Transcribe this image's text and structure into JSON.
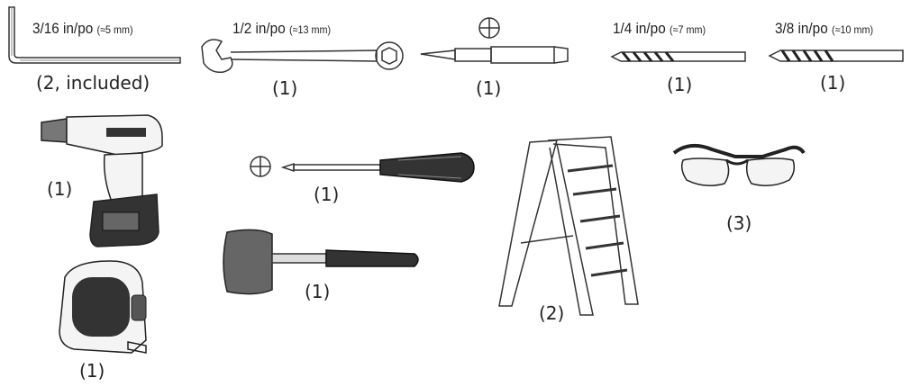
{
  "tools": {
    "allen_key": {
      "size": "3/16 in/po",
      "approx": "(≈5 mm)",
      "qty": "(2, included)"
    },
    "wrench": {
      "size": "1/2 in/po",
      "approx": "(≈13 mm)",
      "qty": "(1)"
    },
    "phillips_bit": {
      "qty": "(1)"
    },
    "drill_bit_small": {
      "size": "1/4 in/po",
      "approx": "(≈7 mm)",
      "qty": "(1)"
    },
    "drill_bit_large": {
      "size": "3/8 in/po",
      "approx": "(≈10 mm)",
      "qty": "(1)"
    },
    "drill": {
      "qty": "(1)"
    },
    "screwdriver": {
      "qty": "(1)"
    },
    "ladder": {
      "qty": "(2)"
    },
    "glasses": {
      "qty": "(3)"
    },
    "mallet": {
      "qty": "(1)"
    },
    "tape_measure": {
      "qty": "(1)"
    }
  }
}
